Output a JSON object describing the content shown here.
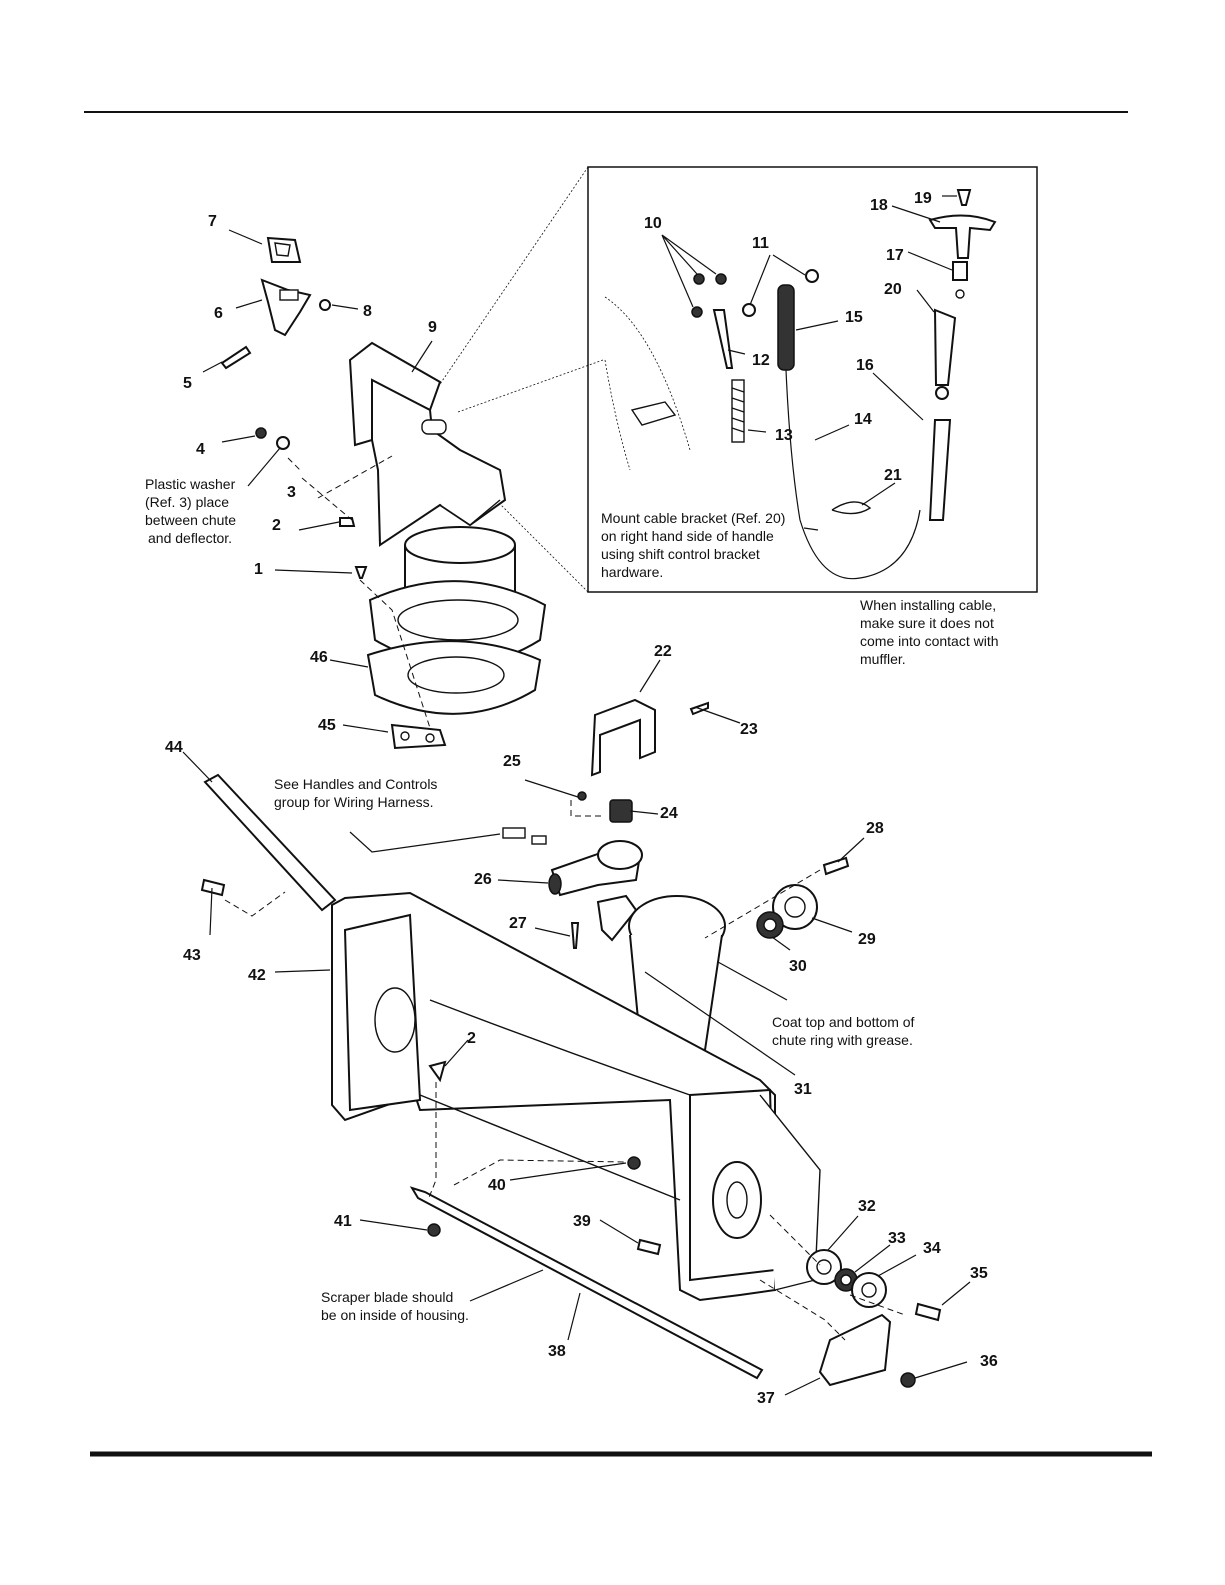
{
  "callouts": {
    "c1": "1",
    "c2a": "2",
    "c2b": "2",
    "c3": "3",
    "c4": "4",
    "c5": "5",
    "c6": "6",
    "c7": "7",
    "c8": "8",
    "c9": "9",
    "c10": "10",
    "c11": "11",
    "c12": "12",
    "c13": "13",
    "c14": "14",
    "c15": "15",
    "c16": "16",
    "c17": "17",
    "c18": "18",
    "c19": "19",
    "c20": "20",
    "c21": "21",
    "c22": "22",
    "c23": "23",
    "c24": "24",
    "c25": "25",
    "c26": "26",
    "c27": "27",
    "c28": "28",
    "c29": "29",
    "c30": "30",
    "c31": "31",
    "c32": "32",
    "c33": "33",
    "c34": "34",
    "c35": "35",
    "c36": "36",
    "c37": "37",
    "c38": "38",
    "c39": "39",
    "c40": "40",
    "c41": "41",
    "c42": "42",
    "c43": "43",
    "c44": "44",
    "c45": "45",
    "c46": "46"
  },
  "notes": {
    "plastic_washer": [
      "Plastic washer",
      "(Ref. 3) place",
      "between chute",
      "and deflector."
    ],
    "mount_cable": [
      "Mount cable bracket (Ref. 20)",
      "on right hand side of handle",
      "using shift control bracket",
      "hardware."
    ],
    "installing_cable": [
      "When installing cable,",
      "make sure it does not",
      "come into contact with",
      "muffler."
    ],
    "wiring": [
      "See Handles and Controls",
      "group for Wiring Harness."
    ],
    "coat_grease": [
      "Coat top and bottom of",
      "chute ring with grease."
    ],
    "scraper": [
      "Scraper blade should",
      "be on inside of housing."
    ]
  }
}
